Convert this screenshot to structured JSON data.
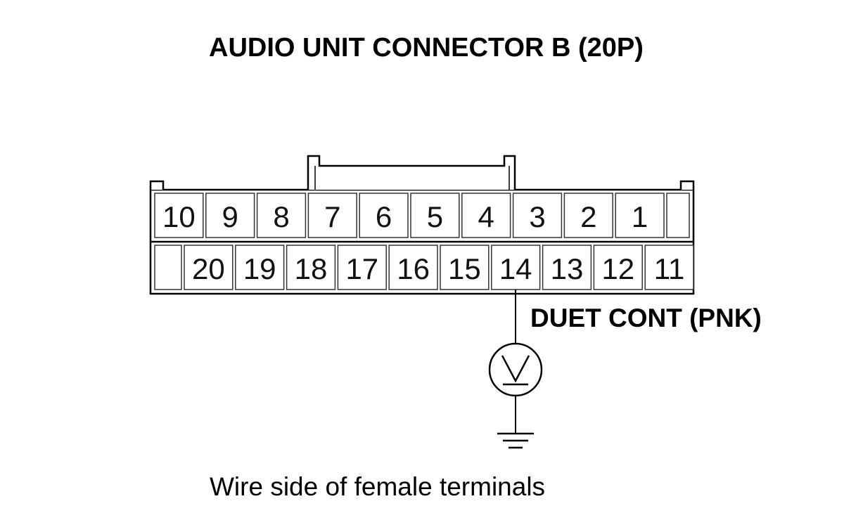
{
  "title": "AUDIO UNIT CONNECTOR B (20P)",
  "connector": {
    "top_row": [
      "10",
      "9",
      "8",
      "7",
      "6",
      "5",
      "4",
      "3",
      "2",
      "1"
    ],
    "bottom_row": [
      "20",
      "19",
      "18",
      "17",
      "16",
      "15",
      "14",
      "13",
      "12",
      "11"
    ],
    "probe_pin": "14"
  },
  "probe_label": "DUET CONT (PNK)",
  "meter_icon": "voltmeter-icon",
  "ground_icon": "ground-icon",
  "caption": "Wire side of female terminals"
}
